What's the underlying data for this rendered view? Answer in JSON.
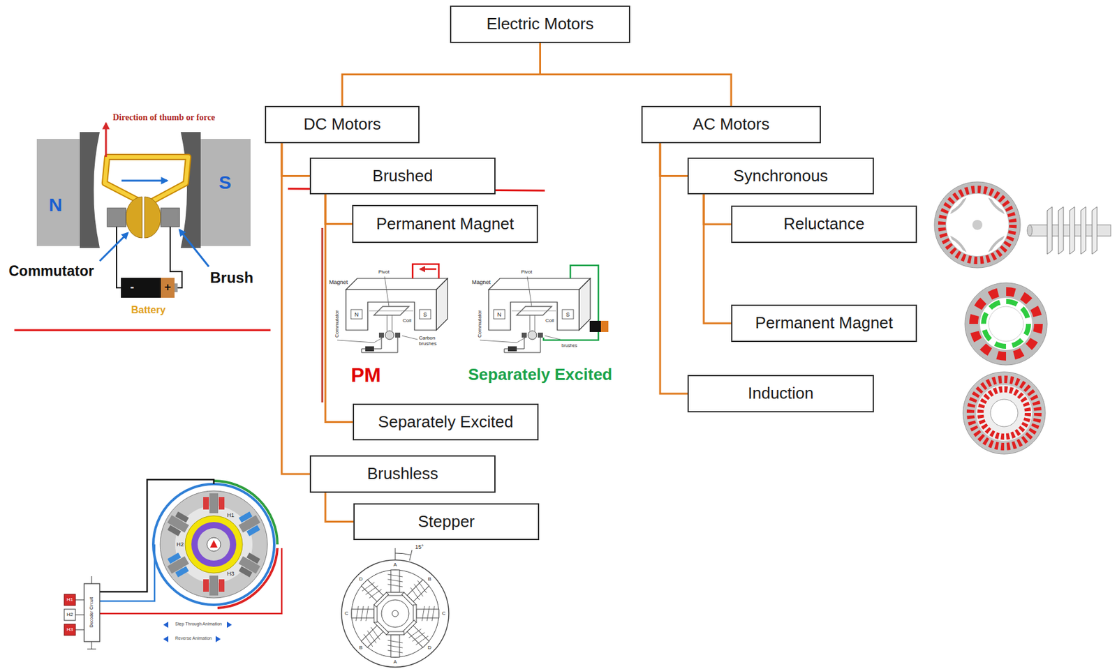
{
  "diagram": {
    "nodes": [
      {
        "text": [
          "Electric Motors"
        ]
      },
      {
        "text": [
          "DC Motors"
        ]
      },
      {
        "text": [
          "AC Motors"
        ]
      },
      {
        "text": [
          "Brushed"
        ]
      },
      {
        "text": [
          "Permanent Magnet"
        ]
      },
      {
        "text": [
          "Separately Excited"
        ]
      },
      {
        "text": [
          "Brushless"
        ]
      },
      {
        "text": [
          "Stepper"
        ]
      },
      {
        "text": [
          "Synchronous"
        ]
      },
      {
        "text": [
          "Reluctance"
        ]
      },
      {
        "text": [
          "Permanent Magnet"
        ]
      },
      {
        "text": [
          "Induction"
        ]
      }
    ],
    "edges": [
      {
        "from": 0,
        "to": 1,
        "arrow": "none"
      },
      {
        "from": 0,
        "to": 2,
        "arrow": "none"
      },
      {
        "from": 1,
        "to": 3,
        "arrow": "none"
      },
      {
        "from": 1,
        "to": 6,
        "arrow": "none"
      },
      {
        "from": 3,
        "to": 4,
        "arrow": "none"
      },
      {
        "from": 3,
        "to": 5,
        "arrow": "none"
      },
      {
        "from": 6,
        "to": 7,
        "arrow": "none"
      },
      {
        "from": 2,
        "to": 8,
        "arrow": "none"
      },
      {
        "from": 2,
        "to": 11,
        "arrow": "none"
      },
      {
        "from": 8,
        "to": 9,
        "arrow": "none"
      },
      {
        "from": 8,
        "to": 10,
        "arrow": "none"
      }
    ],
    "labels": [
      "Direction of thumb or force",
      "N",
      "S",
      "Commutator",
      "Brush",
      "Battery",
      "-",
      "+",
      "Magnet",
      "Pivot",
      "N",
      "S",
      "Coil",
      "Commutator",
      "Carbon brushes",
      "PM",
      "Magnet",
      "Pivot",
      "N",
      "S",
      "Coil",
      "Commutator",
      "brushes",
      "Separately Excited",
      "H1",
      "H2",
      "H3",
      "Decoder Circuit",
      "H1",
      "H2",
      "H3",
      "Step Through Animation",
      "Reverse Animation",
      "15°",
      "A",
      "B",
      "C",
      "D",
      "A",
      "B",
      "C",
      "D"
    ]
  }
}
